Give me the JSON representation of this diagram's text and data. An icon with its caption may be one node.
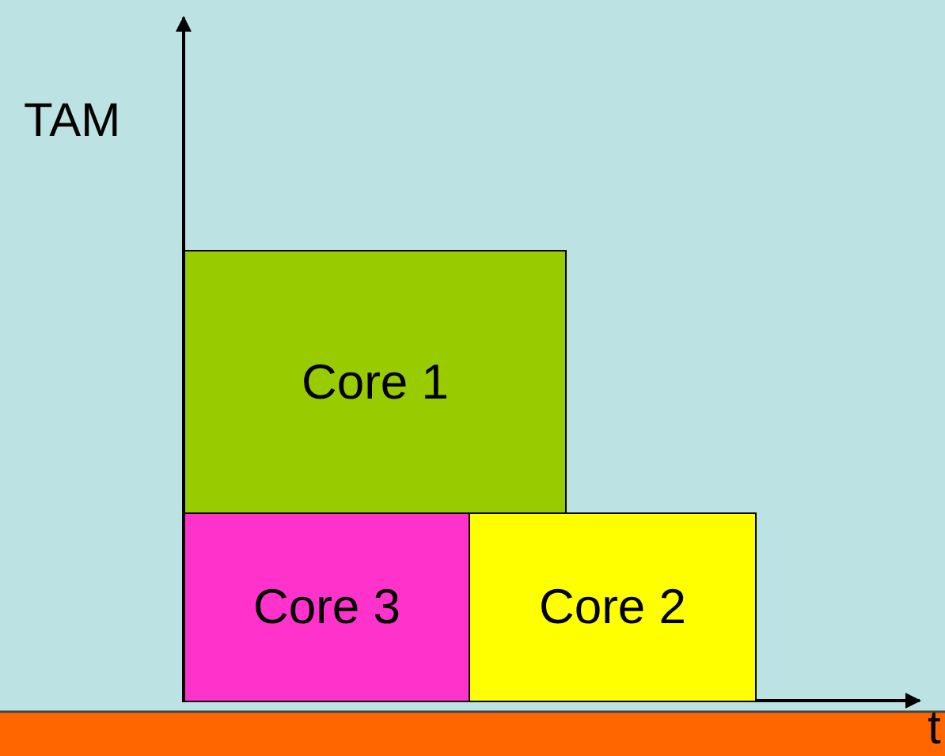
{
  "diagram": {
    "nodes": [
      {
        "text": [
          "Core 1"
        ]
      },
      {
        "text": [
          "Core 3"
        ]
      },
      {
        "text": [
          "Core 2"
        ]
      }
    ],
    "labels": [
      "TAM",
      "t"
    ]
  }
}
